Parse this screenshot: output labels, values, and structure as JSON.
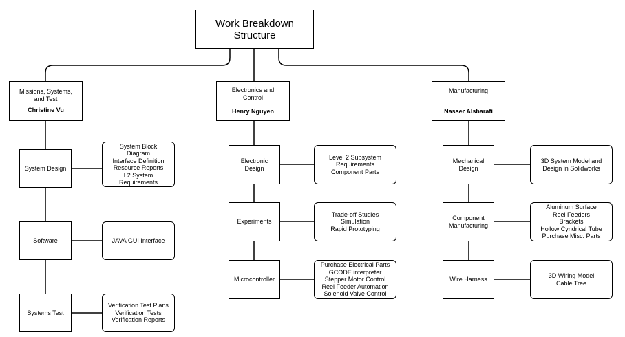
{
  "root": {
    "line1": "Work Breakdown",
    "line2": "Structure"
  },
  "columns": [
    {
      "title_lines": [
        "Missions, Systems,",
        "and Test"
      ],
      "lead": "Christine Vu",
      "tasks": [
        {
          "label": [
            "System Design"
          ],
          "details": [
            "System Block",
            "Diagram",
            "Interface Definition",
            "Resource Reports",
            "L2 System",
            "Requirements"
          ]
        },
        {
          "label": [
            "Software"
          ],
          "details": [
            "JAVA GUI Interface"
          ]
        },
        {
          "label": [
            "Systems Test"
          ],
          "details": [
            "Verification Test Plans",
            "Verification Tests",
            "Verification Reports"
          ]
        }
      ]
    },
    {
      "title_lines": [
        "Electronics and",
        "Control"
      ],
      "lead": "Henry Nguyen",
      "tasks": [
        {
          "label": [
            "Electronic",
            "Design"
          ],
          "details": [
            "Level 2 Subsystem",
            "Requirements",
            "Component Parts"
          ]
        },
        {
          "label": [
            "Experiments"
          ],
          "details": [
            "Trade-off Studies",
            "Simulation",
            "Rapid Prototyping"
          ]
        },
        {
          "label": [
            "Microcontroller"
          ],
          "details": [
            "Purchase Electrical Parts",
            "GCODE interpreter",
            "Stepper Motor Control",
            "Reel Feeder Automation",
            "Solenoid Valve Control"
          ]
        }
      ]
    },
    {
      "title_lines": [
        "Manufacturing"
      ],
      "lead": "Nasser Alsharafi",
      "tasks": [
        {
          "label": [
            "Mechanical",
            "Design"
          ],
          "details": [
            "3D System Model and",
            "Design in Solidworks"
          ]
        },
        {
          "label": [
            "Component",
            "Manufacturing"
          ],
          "details": [
            "Aluminum Surface",
            "Reel Feeders",
            "Brackets",
            "Hollow Cyndrical Tube",
            "Purchase Misc. Parts"
          ]
        },
        {
          "label": [
            "Wire Harness"
          ],
          "details": [
            "3D Wiring Model",
            "Cable Tree"
          ]
        }
      ]
    }
  ]
}
